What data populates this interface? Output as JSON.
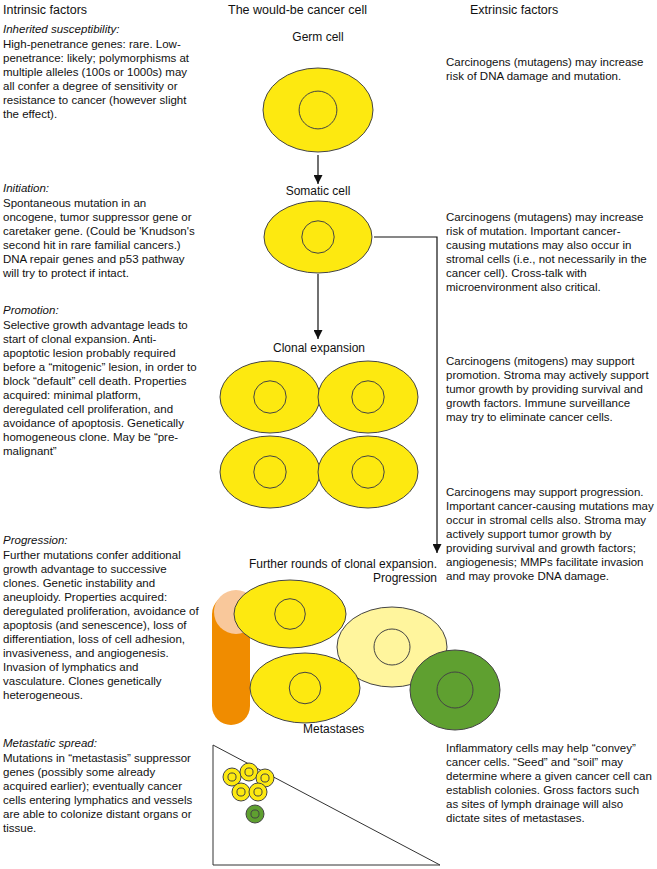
{
  "diagram": {
    "nodes": [
      {
        "text": [
          "Germ cell"
        ]
      },
      {
        "text": [
          "Somatic cell"
        ]
      },
      {
        "text": [
          "Clonal expansion"
        ]
      },
      {
        "text": [
          "Further rounds of clonal expansion.",
          "Progression"
        ]
      },
      {
        "text": [
          "Metastases"
        ]
      }
    ],
    "edges": [
      {
        "from": 0,
        "to": 1,
        "arrow": "to"
      },
      {
        "from": 1,
        "to": 2,
        "arrow": "to"
      },
      {
        "from": 1,
        "to": 3,
        "arrow": "to"
      }
    ],
    "labels": [
      "Intrinsic factors",
      "The would-be cancer cell",
      "Extrinsic factors",
      "Inherited susceptibility:",
      "High-penetrance genes: rare. Low-penetrance: likely; polymorphisms at multiple alleles (100s or 1000s) may all confer a degree of sensitivity or resistance to cancer (however slight the effect).",
      "Initiation:",
      "Spontaneous mutation in an oncogene, tumor suppressor gene or caretaker gene. (Could be 'Knudson's second hit in rare familial cancers.) DNA repair genes and p53 pathway will try to protect if intact.",
      "Promotion:",
      "Selective growth advantage leads to start of clonal expansion. Anti-apoptotic lesion probably required before a “mitogenic” lesion, in order to block “default” cell death. Properties acquired: minimal platform, deregulated cell proliferation, and avoidance of apoptosis. Genetically homogeneous clone. May be “pre-malignant”",
      "Progression:",
      "Further mutations confer additional growth advantage to successive clones. Genetic instability and aneuploidy. Properties acquired: deregulated proliferation, avoidance of apoptosis (and senescence), loss of differentiation, loss of cell adhesion, invasiveness, and angiogenesis. Invasion of lymphatics and vasculature. Clones genetically heterogeneous.",
      "Metastatic spread:",
      "Mutations in “metastasis” suppressor genes (possibly some already acquired earlier); eventually cancer cells entering lymphatics and vessels are able to colonize distant organs or tissue.",
      "Carcinogens (mutagens) may increase risk of DNA damage and mutation.",
      "Carcinogens (mutagens) may increase risk of mutation. Important cancer-causing mutations may also occur in stromal cells (i.e., not necessarily in the cancer cell). Cross-talk with microenvironment also critical.",
      "Carcinogens (mitogens) may support promotion. Stroma may actively support tumor growth by providing survival and growth factors. Immune surveillance may try to eliminate cancer cells.",
      "Carcinogens may support progression. Important cancer-causing mutations may occur in stromal cells also. Stroma may actively support tumor growth by providing survival and growth factors; angiogenesis; MMPs facilitate invasion and may provoke DNA damage.",
      "Inflammatory cells may help “convey” cancer cells. “Seed” and “soil” may determine where a given cancer cell can establish colonies. Gross factors such as sites of lymph drainage will also dictate sites of metastases."
    ]
  }
}
